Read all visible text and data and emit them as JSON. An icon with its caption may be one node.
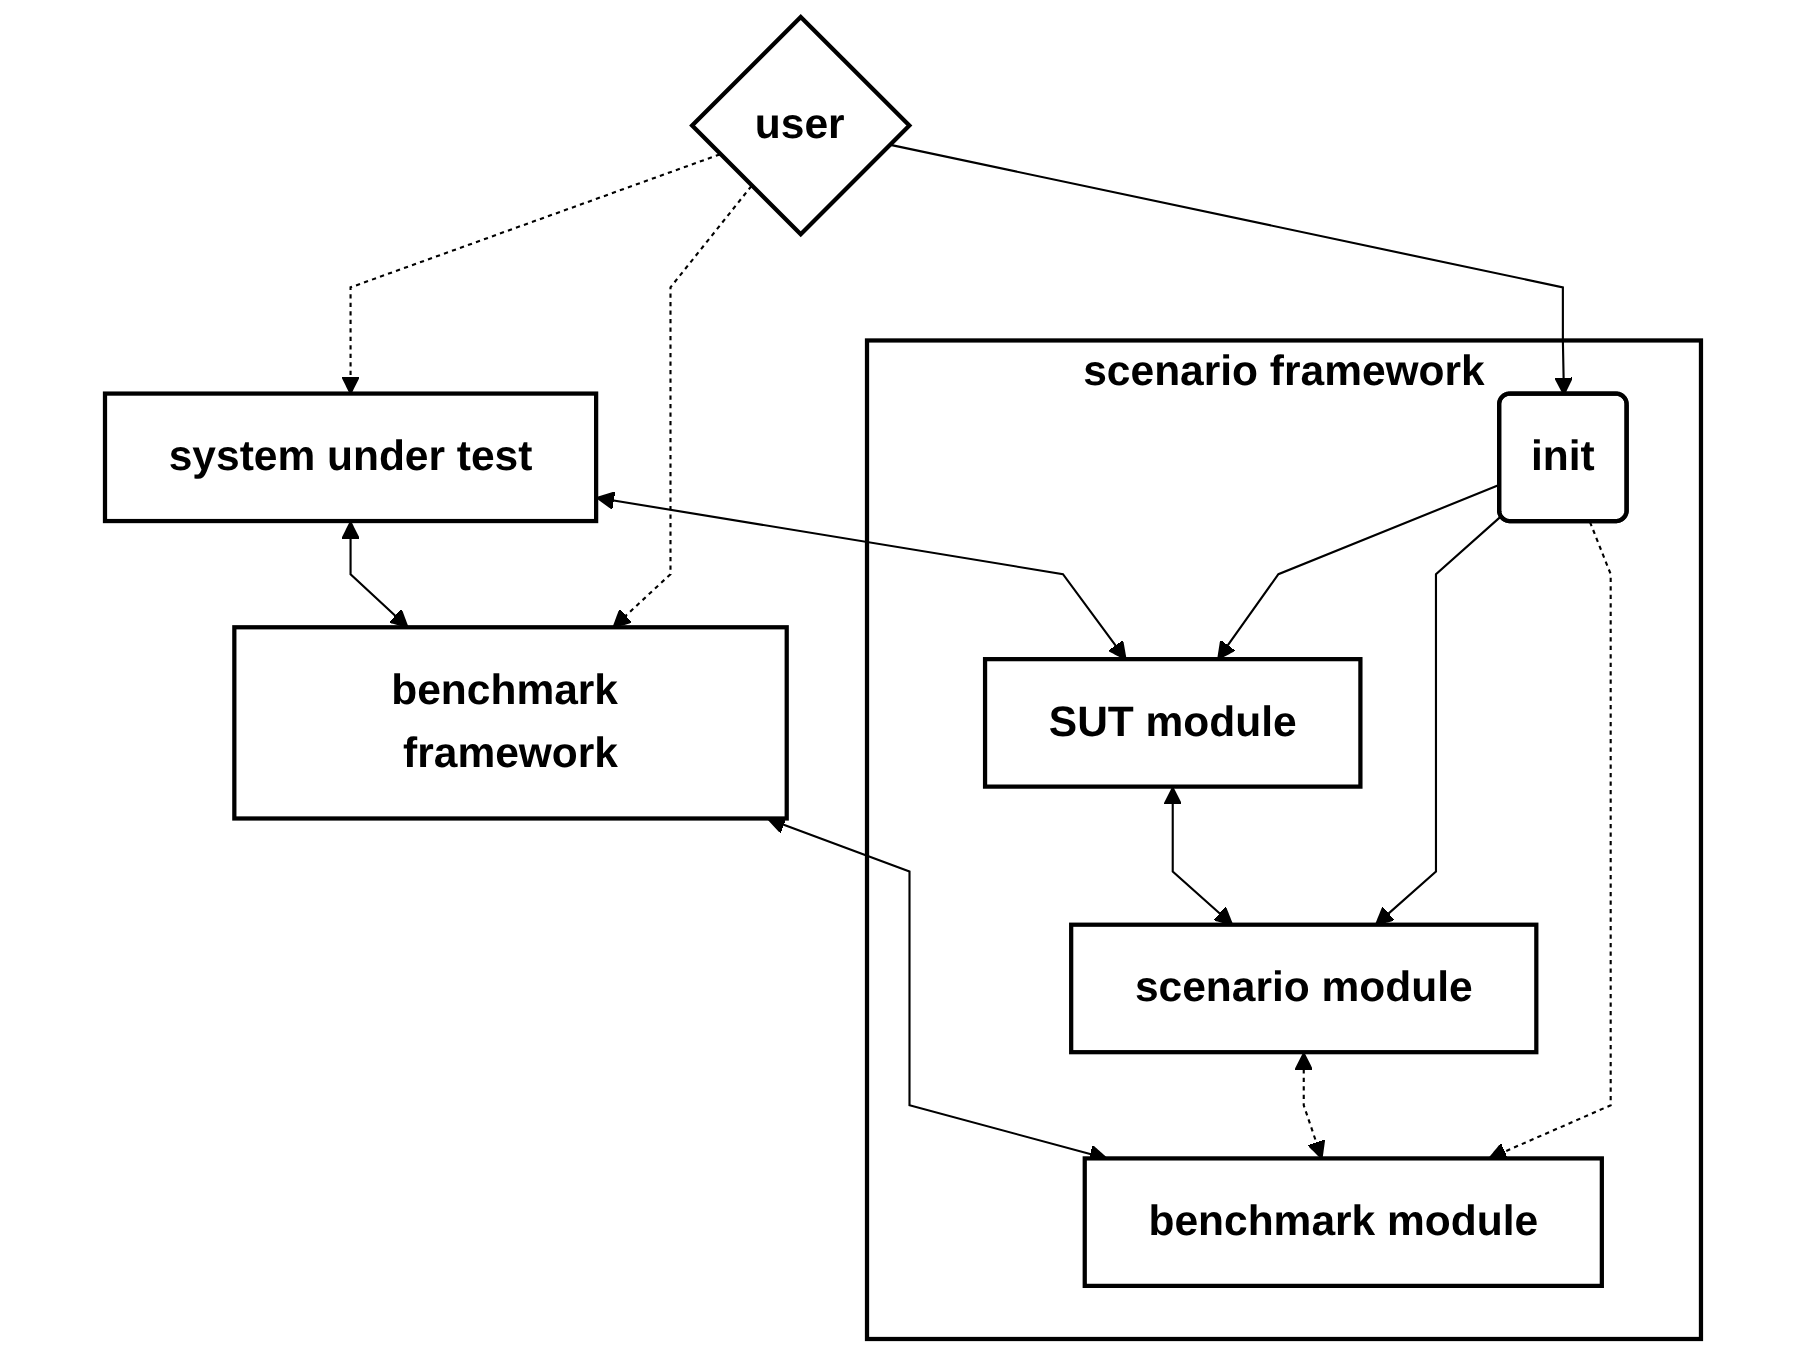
{
  "diagram": {
    "nodes": [
      {
        "text": [
          "system under test"
        ]
      },
      {
        "text": [
          "user"
        ]
      },
      {
        "text": [
          "benchmark framework"
        ]
      },
      {
        "text": [
          "scenario framework"
        ]
      },
      {
        "text": [
          "SUT module"
        ],
        "in": 3
      },
      {
        "text": [
          "init"
        ],
        "in": 3
      },
      {
        "text": [
          "scenario module"
        ],
        "in": 3
      },
      {
        "text": [
          "benchmark module"
        ],
        "in": 3
      }
    ],
    "edges": [
      {
        "from": 0,
        "to": 4,
        "arrow": "both"
      },
      {
        "from": 0,
        "to": 2,
        "arrow": "both"
      },
      {
        "from": 1,
        "to": 0,
        "arrow": "to",
        "style": "dashed"
      },
      {
        "from": 1,
        "to": 2,
        "arrow": "to",
        "style": "dashed"
      },
      {
        "from": 1,
        "to": 5,
        "arrow": "to"
      },
      {
        "from": 5,
        "to": 4,
        "arrow": "to"
      },
      {
        "from": 5,
        "to": 6,
        "arrow": "to"
      },
      {
        "from": 4,
        "to": 6,
        "arrow": "both"
      },
      {
        "from": 5,
        "to": 7,
        "arrow": "to",
        "style": "dashed"
      },
      {
        "from": 2,
        "to": 7,
        "arrow": "both"
      },
      {
        "from": 6,
        "to": 7,
        "arrow": "both",
        "style": "dashed"
      }
    ]
  }
}
